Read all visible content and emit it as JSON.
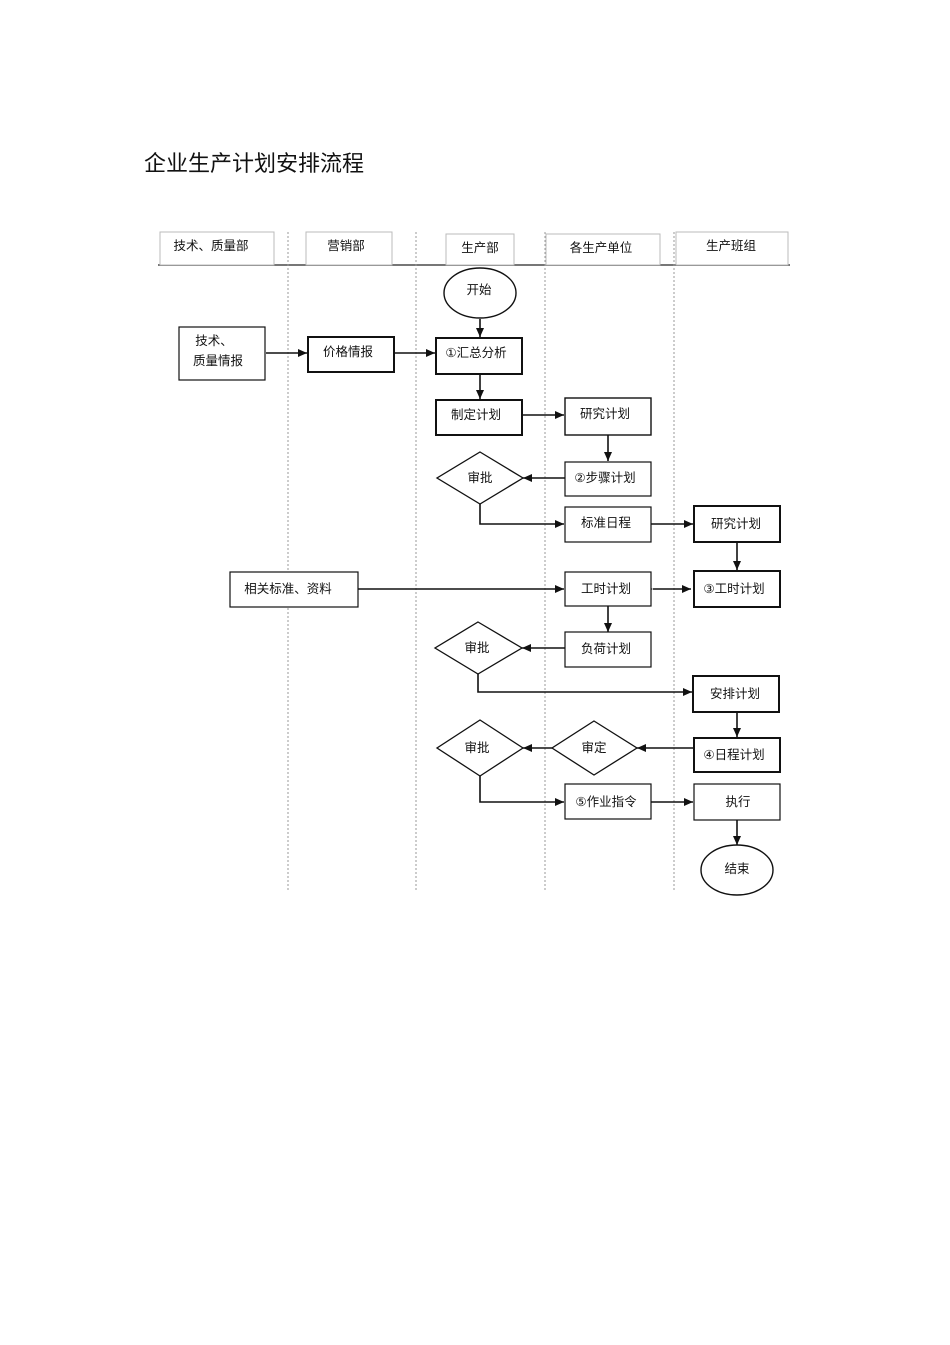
{
  "title": "企业生产计划安排流程",
  "lanes": {
    "tech_quality": "技术、质量部",
    "marketing": "营销部",
    "production": "生产部",
    "units": "各生产单位",
    "teams": "生产班组"
  },
  "nodes": {
    "start": "开始",
    "tech_info_1": "技术、",
    "tech_info_2": "质量情报",
    "price_info": "价格情报",
    "summary": "①汇总分析",
    "make_plan": "制定计划",
    "study_plan_1": "研究计划",
    "approve_1": "审批",
    "step_plan": "②步骤计划",
    "std_schedule": "标准日程",
    "study_plan_2": "研究计划",
    "standards": "相关标准、资料",
    "hours_plan": "工时计划",
    "hours_plan_team": "③工时计划",
    "approve_2": "审批",
    "load_plan": "负荷计划",
    "arrange_plan": "安排计划",
    "approve_3": "审批",
    "verify": "审定",
    "day_plan": "④日程计划",
    "work_order": "⑤作业指令",
    "execute": "执行",
    "end": "结束"
  }
}
